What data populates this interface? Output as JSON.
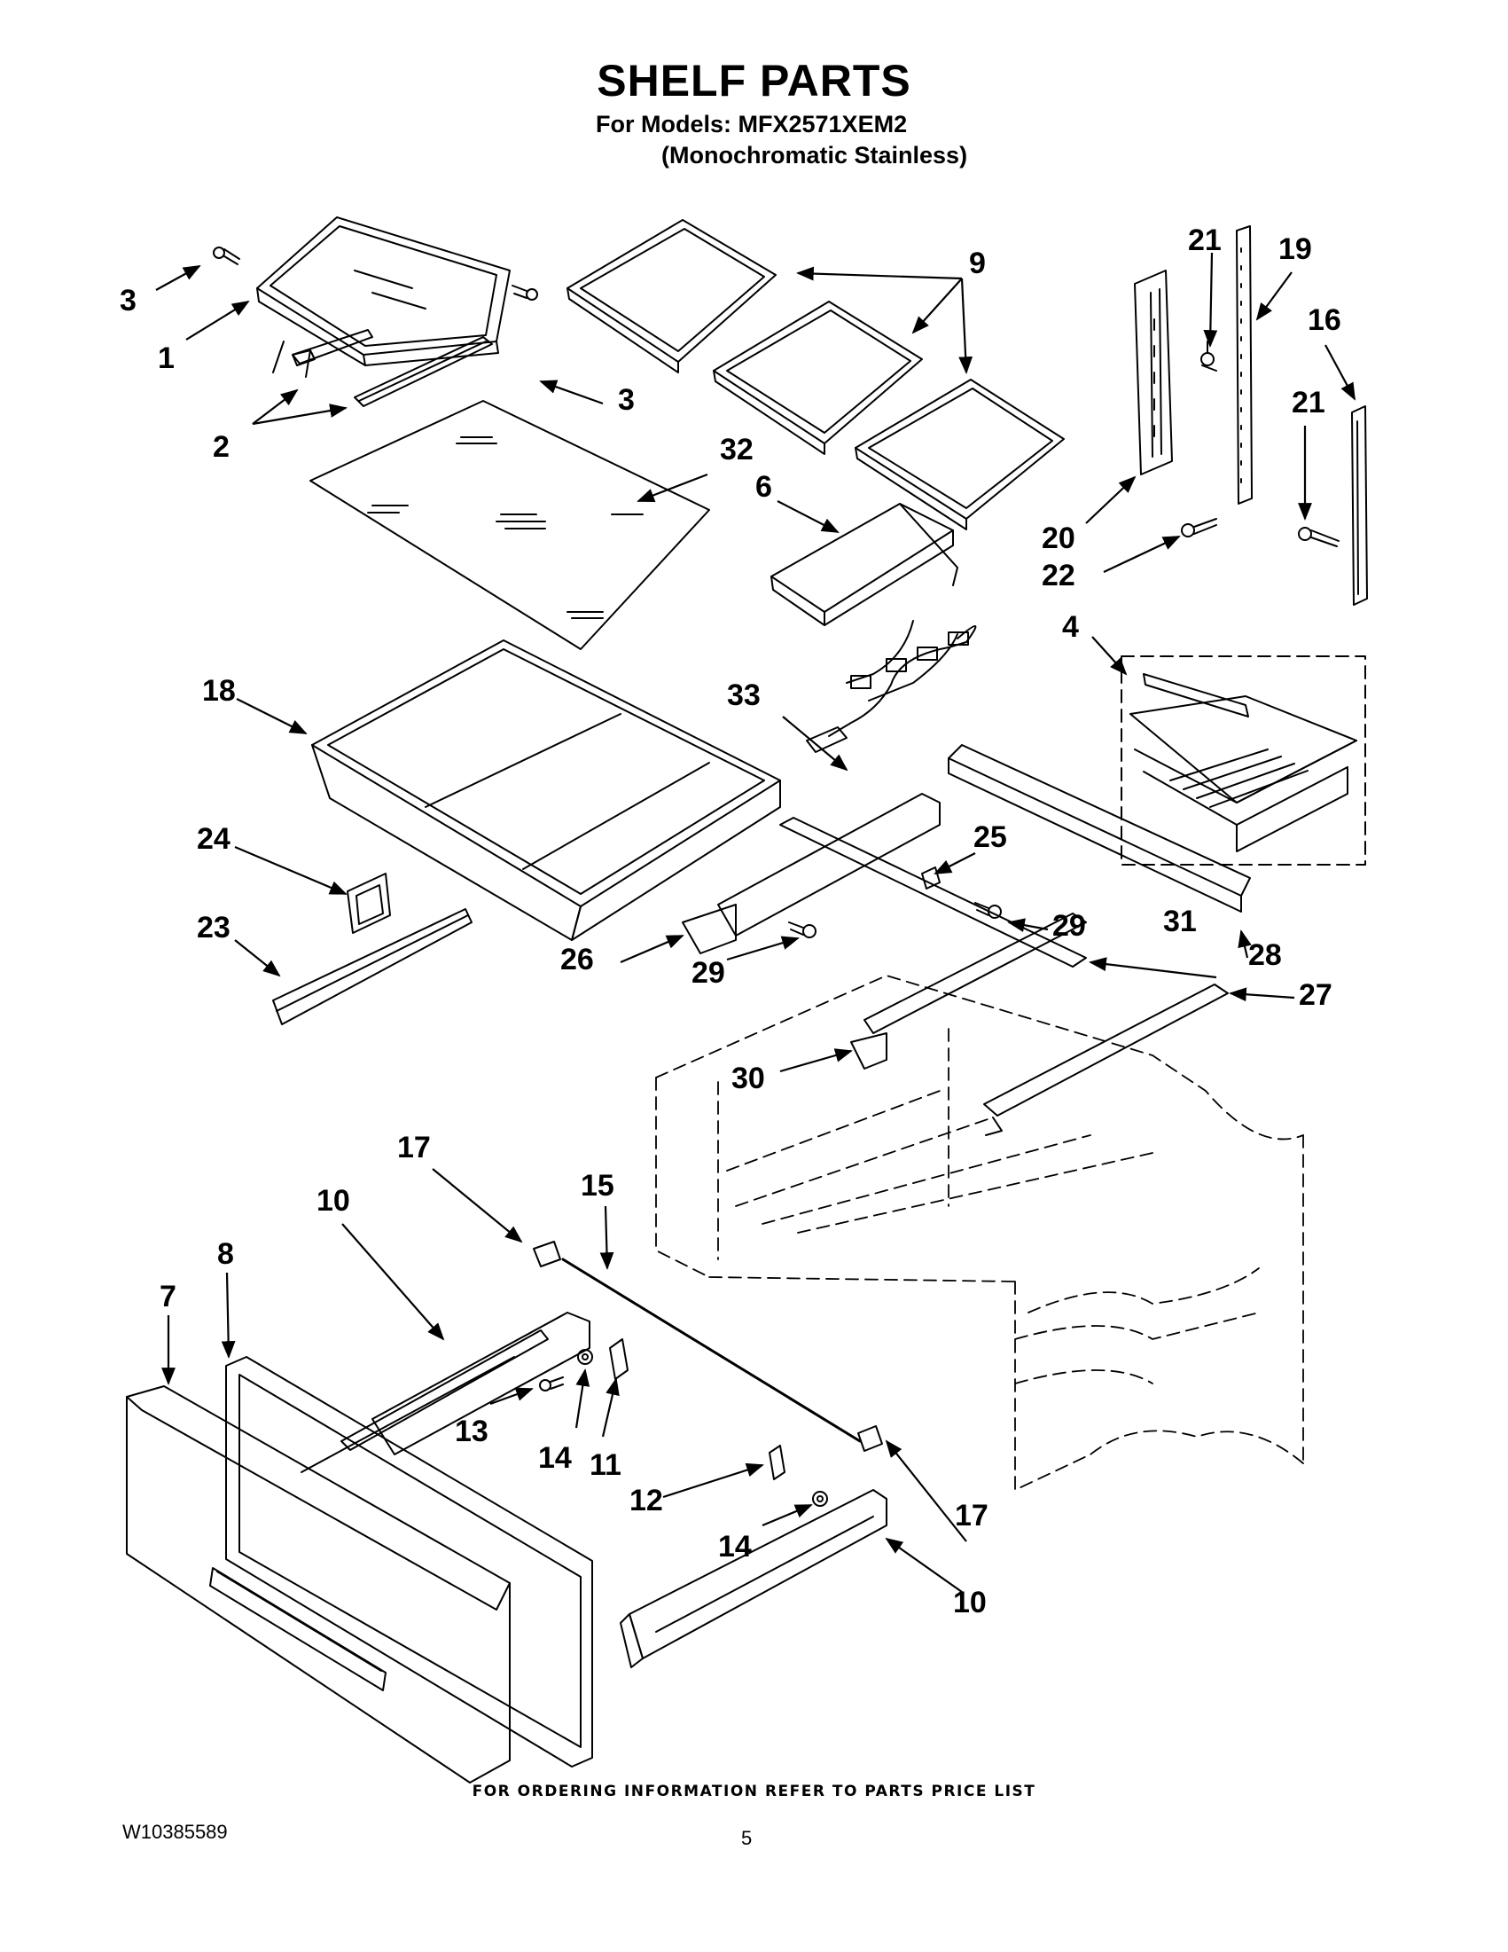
{
  "title": "SHELF PARTS",
  "subtitle_line1": "For Models: MFX2571XEM2",
  "subtitle_line2": "(Monochromatic Stainless)",
  "footer_note": "FOR ORDERING INFORMATION REFER TO PARTS PRICE LIST",
  "document_number": "W10385589",
  "page_number": "5",
  "callouts": [
    "1",
    "2",
    "3",
    "3",
    "4",
    "6",
    "7",
    "8",
    "9",
    "10",
    "10",
    "11",
    "12",
    "13",
    "14",
    "14",
    "15",
    "16",
    "17",
    "17",
    "18",
    "19",
    "20",
    "21",
    "21",
    "22",
    "23",
    "24",
    "25",
    "26",
    "27",
    "28",
    "29",
    "29",
    "30",
    "31",
    "32",
    "33"
  ]
}
